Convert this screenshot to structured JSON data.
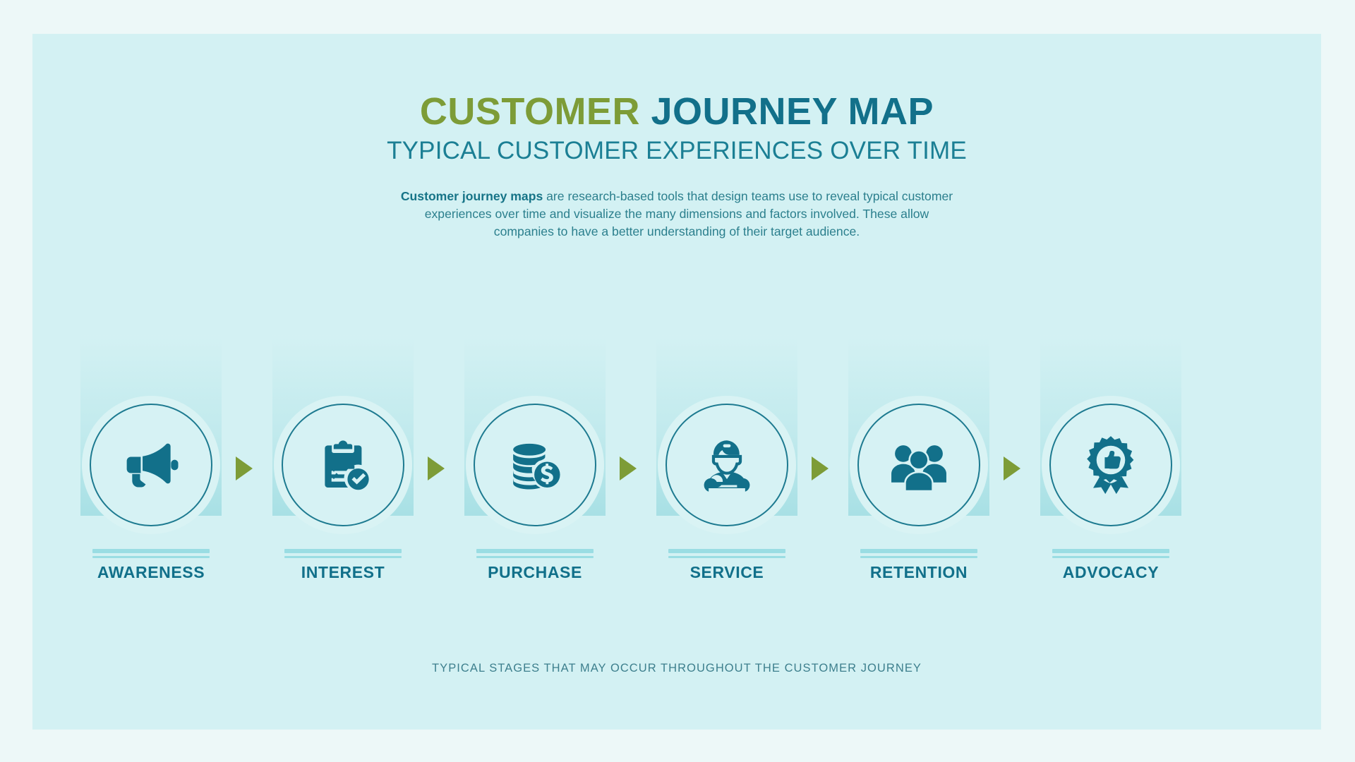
{
  "colors": {
    "page_background": "#edf8f8",
    "panel_background": "#d3f1f3",
    "title_accent": "#7d9c37",
    "title_main": "#12708a",
    "subtitle": "#1b7f94",
    "body_text": "#2b7f8d",
    "icon": "#12708a",
    "ring_stroke": "#1d7a90",
    "arrow": "#7d9c37",
    "rule": "#9adde3",
    "footer_text": "#3d7f8d"
  },
  "header": {
    "title_accent": "CUSTOMER",
    "title_main": "JOURNEY MAP",
    "subtitle": "TYPICAL CUSTOMER EXPERIENCES OVER TIME",
    "lede_bold": "Customer journey maps",
    "lede_rest": " are research-based tools that design teams use to reveal typical customer experiences over time and visualize the many dimensions and factors involved. These allow companies to have a better understanding of their target audience."
  },
  "stages": [
    {
      "label": "AWARENESS",
      "icon": "megaphone-icon"
    },
    {
      "label": "INTEREST",
      "icon": "clipboard-check-icon"
    },
    {
      "label": "PURCHASE",
      "icon": "coins-dollar-icon"
    },
    {
      "label": "SERVICE",
      "icon": "service-worker-wrench-icon"
    },
    {
      "label": "RETENTION",
      "icon": "people-group-icon"
    },
    {
      "label": "ADVOCACY",
      "icon": "badge-thumbs-up-icon"
    }
  ],
  "arrows": {
    "count": 5,
    "glyph": "triangle-right-icon"
  },
  "footer": {
    "caption": "TYPICAL STAGES THAT MAY OCCUR THROUGHOUT THE CUSTOMER JOURNEY"
  }
}
